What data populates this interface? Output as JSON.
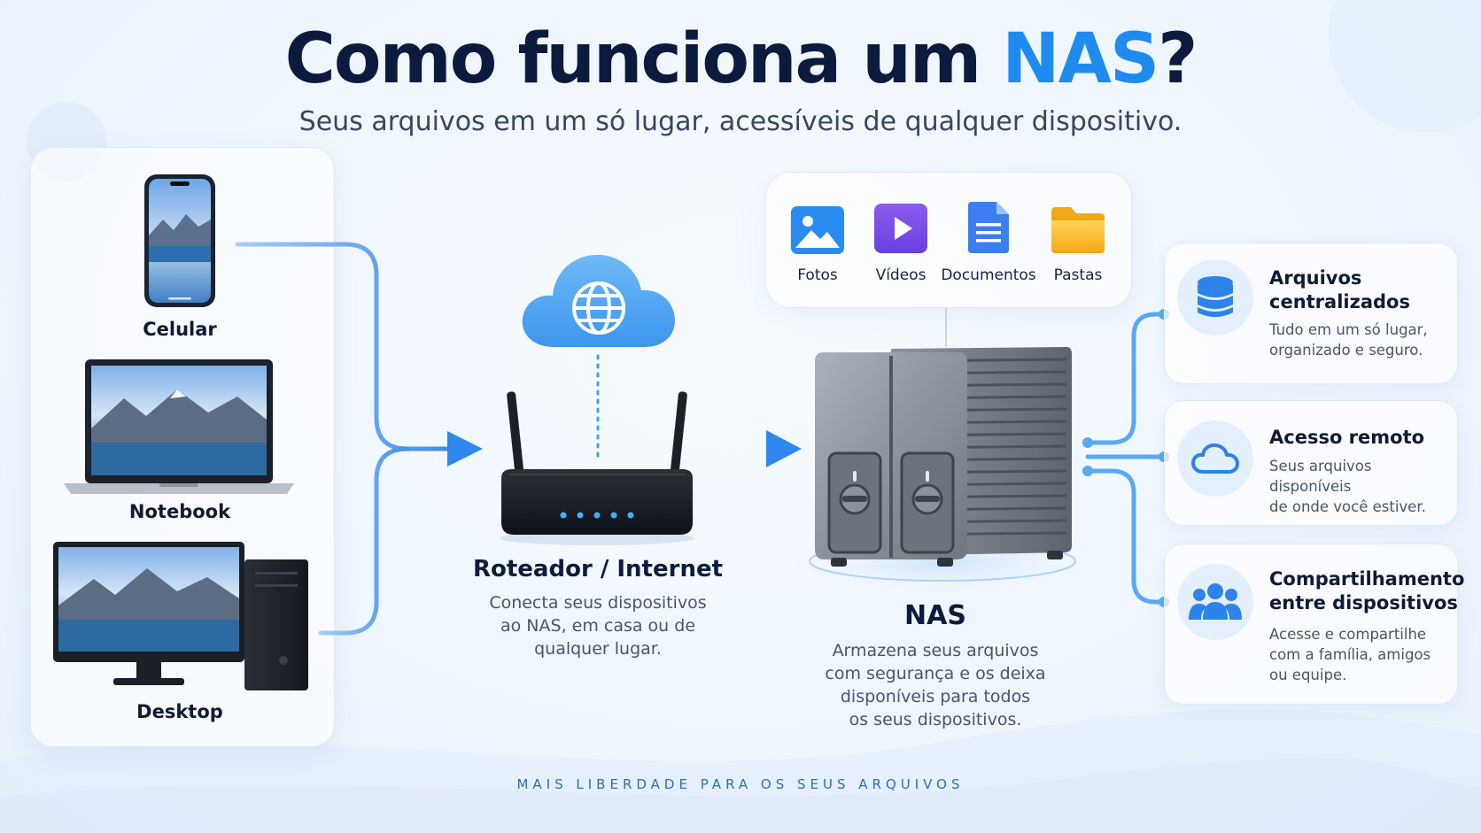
{
  "header": {
    "title_main": "Como funciona um ",
    "title_accent": "NAS",
    "title_end": "?",
    "subtitle": "Seus arquivos em um só lugar, acessíveis de qualquer dispositivo."
  },
  "devices": [
    {
      "label": "Celular",
      "icon": "smartphone-icon"
    },
    {
      "label": "Notebook",
      "icon": "laptop-icon"
    },
    {
      "label": "Desktop",
      "icon": "desktop-computer-icon"
    }
  ],
  "router": {
    "title": "Roteador / Internet",
    "description_lines": [
      "Conecta seus dispositivos",
      "ao NAS, em casa ou de",
      "qualquer lugar."
    ],
    "cloud_icon": "globe-cloud-icon"
  },
  "file_types": [
    {
      "label": "Fotos",
      "icon": "photo-icon",
      "color": "#2a8cf0"
    },
    {
      "label": "Vídeos",
      "icon": "video-play-icon",
      "color": "#7b4ce8"
    },
    {
      "label": "Documentos",
      "icon": "document-icon",
      "color": "#3d7ff0"
    },
    {
      "label": "Pastas",
      "icon": "folder-icon",
      "color": "#f7b52a"
    }
  ],
  "nas": {
    "title": "NAS",
    "description_lines": [
      "Armazena seus arquivos",
      "com segurança e os deixa",
      "disponíveis para todos",
      "os seus dispositivos."
    ]
  },
  "features": [
    {
      "title_lines": [
        "Arquivos",
        "centralizados"
      ],
      "description_lines": [
        "Tudo em um só lugar,",
        "organizado e seguro."
      ],
      "icon": "database-icon"
    },
    {
      "title_lines": [
        "Acesso remoto"
      ],
      "description_lines": [
        "Seus arquivos disponíveis",
        "de onde você estiver."
      ],
      "icon": "cloud-icon"
    },
    {
      "title_lines": [
        "Compartilhamento",
        "entre dispositivos"
      ],
      "description_lines": [
        "Acesse e compartilhe",
        "com a família, amigos",
        "ou equipe."
      ],
      "icon": "users-group-icon"
    }
  ],
  "footer": "MAIS LIBERDADE PARA OS SEUS ARQUIVOS",
  "colors": {
    "accent": "#1f8bf0",
    "title": "#0c1a3e",
    "line": "#4f9ff0"
  }
}
